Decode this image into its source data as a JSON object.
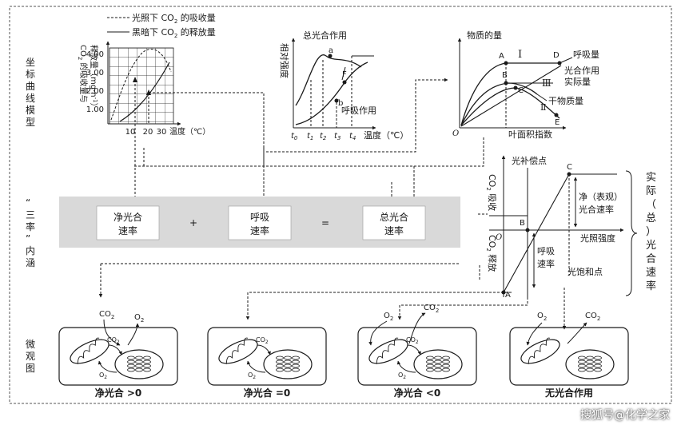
{
  "side_labels": {
    "row1": [
      "坐",
      "标",
      "曲",
      "线",
      "模",
      "型"
    ],
    "row2": [
      "“",
      "三",
      "率",
      "”",
      "内",
      "涵"
    ],
    "row3": [
      "微",
      "观",
      "图"
    ]
  },
  "chart1": {
    "legend_light": "光照下 CO",
    "legend_light_sub": "2",
    "legend_light_tail": " 的吸收量",
    "legend_dark": "黑暗下 CO",
    "legend_dark_sub": "2",
    "legend_dark_tail": " 的释放量",
    "ylabel_top": "CO",
    "ylabel_sub": "2",
    "ylabel_mid": " 的吸收量与",
    "ylabel_2": "释放量（mg·h",
    "ylabel_sup": "-1",
    "ylabel_end": "）",
    "y_ticks": [
      "4.00",
      "3.00",
      "2.00",
      "1.00"
    ],
    "x_ticks": [
      "10",
      "20",
      "30"
    ],
    "x_label": "温度（℃）"
  },
  "chart2": {
    "ylabel": "相对强度",
    "series_total": "总光合作用",
    "series_resp": "呼吸作用",
    "point_a": "a",
    "point_b": "b",
    "point_F": "F",
    "x_ticks": [
      "t",
      "t",
      "t",
      "t",
      "t"
    ],
    "x_tick_subs": [
      "0",
      "1",
      "2",
      "3",
      "4"
    ],
    "x_label": "温度（℃）"
  },
  "chart3": {
    "ylabel": "物质的量",
    "points": {
      "A": "A",
      "B": "B",
      "C": "C",
      "D": "D",
      "E": "E"
    },
    "roman_1": "Ⅰ",
    "roman_2": "Ⅱ",
    "roman_3": "Ⅲ",
    "label_resp": "呼吸量",
    "label_actual_1": "光合作用",
    "label_actual_2": "实际量",
    "label_dry": "干物质量",
    "origin": "O",
    "x_label": "叶面积指数"
  },
  "rates": {
    "net_1": "净光合",
    "net_2": "速率",
    "plus": "+",
    "resp_1": "呼吸",
    "resp_2": "速率",
    "equals": "=",
    "total_1": "总光合",
    "total_2": "速率"
  },
  "chart4": {
    "comp_point": "光补偿点",
    "y_absorb_1": "CO",
    "y_absorb_sub": "2",
    "y_absorb_2": " 吸收",
    "y_release_1": "CO",
    "y_release_sub": "2",
    "y_release_2": " 释放",
    "point_C": "C",
    "point_B": "B",
    "point_A": "A",
    "origin": "O",
    "x_label": "光照强度",
    "net_rate_1": "净（表观）",
    "net_rate_2": "光合速率",
    "resp_rate_1": "呼吸",
    "resp_rate_2": "速率",
    "sat_point": "光饱和点",
    "actual_label": [
      "实",
      "际",
      "（",
      "总",
      "）",
      "光",
      "合",
      "速",
      "率"
    ]
  },
  "cells": [
    {
      "caption": "净光合 >0"
    },
    {
      "caption": "净光合 =0"
    },
    {
      "caption": "净光合 <0"
    },
    {
      "caption": "无光合作用"
    }
  ],
  "gas": {
    "co2": "CO",
    "o2": "O",
    "sub": "2"
  },
  "watermark": "搜狐号@化学之家",
  "colors": {
    "line": "#1a1a1a",
    "band": "#d9d9d9",
    "box": "#ffffff"
  }
}
